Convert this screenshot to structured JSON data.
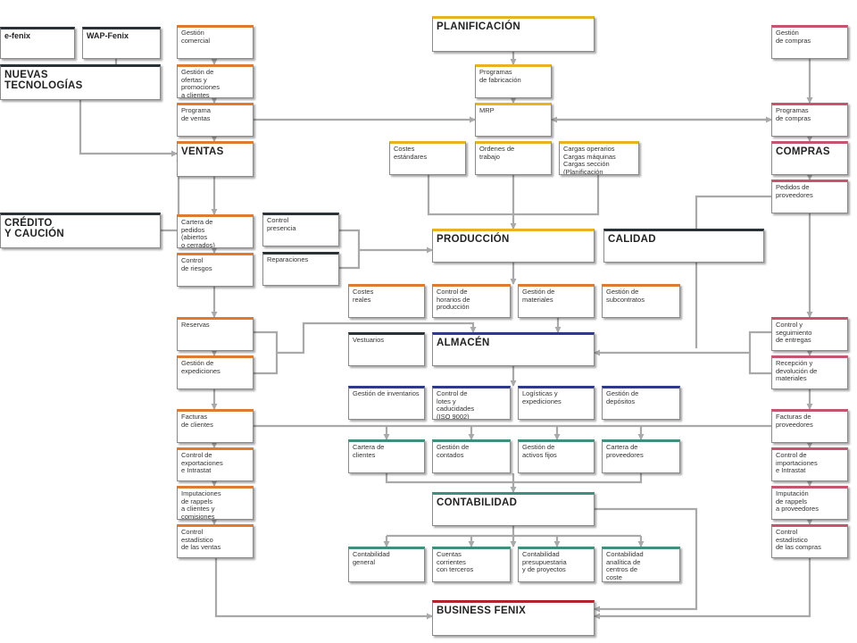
{
  "colors": {
    "orange": "#e07a2e",
    "yellow": "#e8b321",
    "pink": "#c7546f",
    "navy": "#2e3a86",
    "dark": "#2b3236",
    "teal": "#3f8f7e",
    "red": "#b2232a",
    "gray": "#9a9a9a",
    "line": "#a9a9a9"
  },
  "nodes": {
    "efenix": "e-fenix",
    "wapfenix": "WAP-Fenix",
    "nuevas": "NUEVAS\nTECNOLOGÍAS",
    "credito": "CRÉDITO\nY CAUCIÓN",
    "gestion_comercial": "Gestión\ncomercial",
    "gestion_ofertas": "Gestión de\nofertas y\npromociones\na clientes",
    "programa_ventas": "Programa\nde ventas",
    "ventas": "VENTAS",
    "cartera_pedidos": "Cartera de\npedidos\n(abiertos\no cerrados)",
    "control_riesgos": "Control\nde riesgos",
    "reservas": "Reservas",
    "gestion_expediciones": "Gestión de\nexpediciones",
    "facturas_clientes": "Facturas\nde clientes",
    "control_exportaciones": "Control de\nexportaciones\ne Intrastat",
    "imputaciones_rappels": "Imputaciones\nde rappels\na clientes y\ncomisiones",
    "control_estadistico_ventas": "Control\nestadístico\nde las ventas",
    "control_presencia": "Control\npresencia",
    "reparaciones": "Reparaciones",
    "planificacion": "PLANIFICACIÓN",
    "programas_fabricacion": "Programas\nde fabricación",
    "mrp": "MRP",
    "costes_estandares": "Costes\nestándares",
    "ordenes_trabajo": "Ordenes de\ntrabajo",
    "cargas": "Cargas operarios\nCargas máquinas\nCargas sección\n(Planificación\nde la planta)",
    "produccion": "PRODUCCIÓN",
    "calidad": "CALIDAD",
    "costes_reales": "Costes\nreales",
    "control_horarios": "Control de\nhorarios de\nproducción",
    "gestion_materiales": "Gestión de\nmateriales",
    "gestion_subcontratos": "Gestión de\nsubcontratos",
    "vestuarios": "Vestuarios",
    "almacen": "ALMACÉN",
    "gestion_inventarios": "Gestión de inventarios",
    "control_lotes": "Control de\nlotes y\ncaducidades\n(ISO 9002)",
    "logisticas": "Logísticas y\nexpediciones",
    "gestion_depositos": "Gestión de\ndepósitos",
    "cartera_clientes": "Cartera de\nclientes",
    "gestion_contados": "Gestión de\ncontados",
    "gestion_activos": "Gestión de\nactivos fijos",
    "cartera_proveedores": "Cartera de\nproveedores",
    "contabilidad": "CONTABILIDAD",
    "contabilidad_general": "Contabilidad\ngeneral",
    "cuentas_corrientes": "Cuentas\ncorrientes\ncon terceros",
    "contabilidad_presupuestaria": "Contabilidad\npresupuestaria\ny de proyectos",
    "contabilidad_analitica": "Contabilidad\nanalítica de\ncentros de\ncoste",
    "business_fenix": "BUSINESS FENIX",
    "gestion_compras": "Gestión\nde compras",
    "programas_compras": "Programas\nde compras",
    "compras": "COMPRAS",
    "pedidos_proveedores": "Pedidos de\nproveedores",
    "control_seguimiento": "Control y\nseguimiento\nde entregas",
    "recepcion_devolucion": "Recepción y\ndevolución de\nmateriales",
    "facturas_proveedores": "Facturas de\nproveedores",
    "control_importaciones": "Control de\nimportaciones\ne Intrastat",
    "imputacion_rappels_prov": "Imputación\nde rappels\na proveedores",
    "control_estadistico_compras": "Control\nestadístico\nde las compras"
  }
}
